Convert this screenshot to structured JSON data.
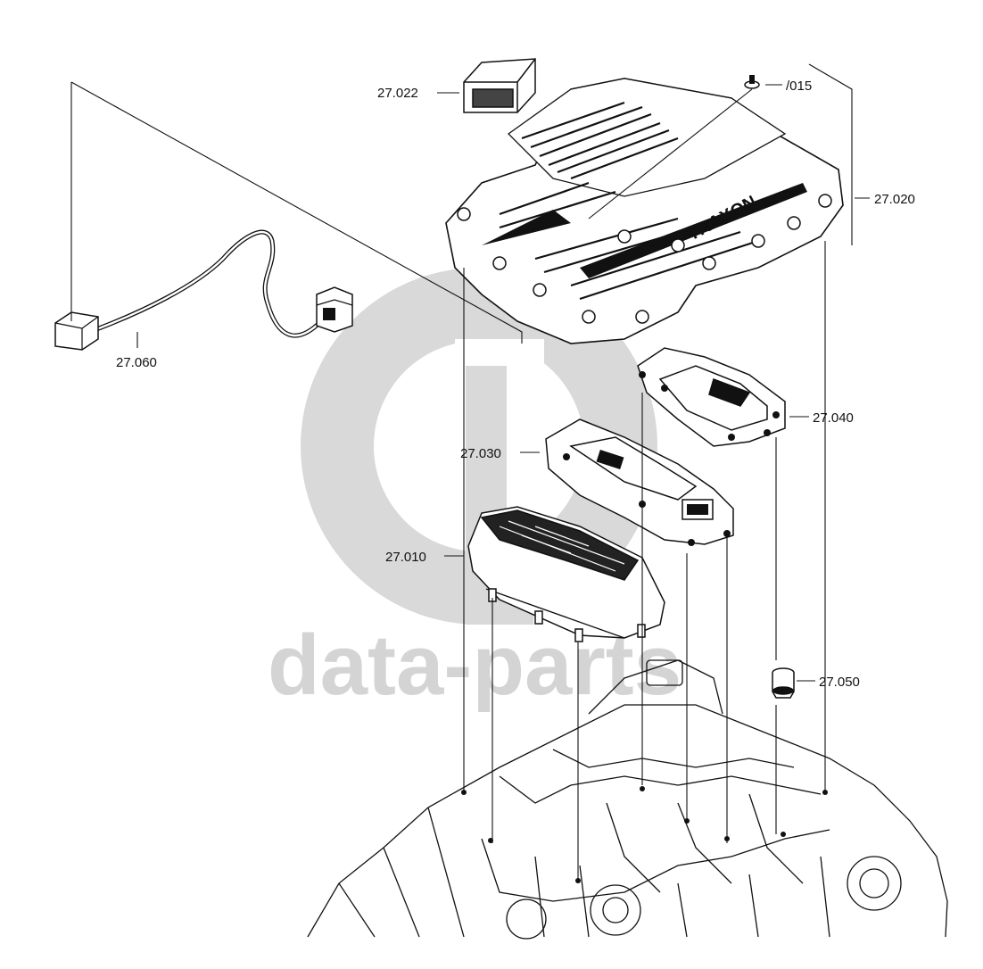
{
  "diagram": {
    "callouts": {
      "c27022": "27.022",
      "c015": "/015",
      "c27020": "27.020",
      "c27060": "27.060",
      "c27040": "27.040",
      "c27030": "27.030",
      "c27010": "27.010",
      "c27050": "27.050"
    },
    "watermark": "data-parts",
    "brand_on_housing": "TRAXON",
    "colors": {
      "line": "#111111",
      "watermark": "#d4d4d4",
      "background": "#ffffff"
    }
  }
}
